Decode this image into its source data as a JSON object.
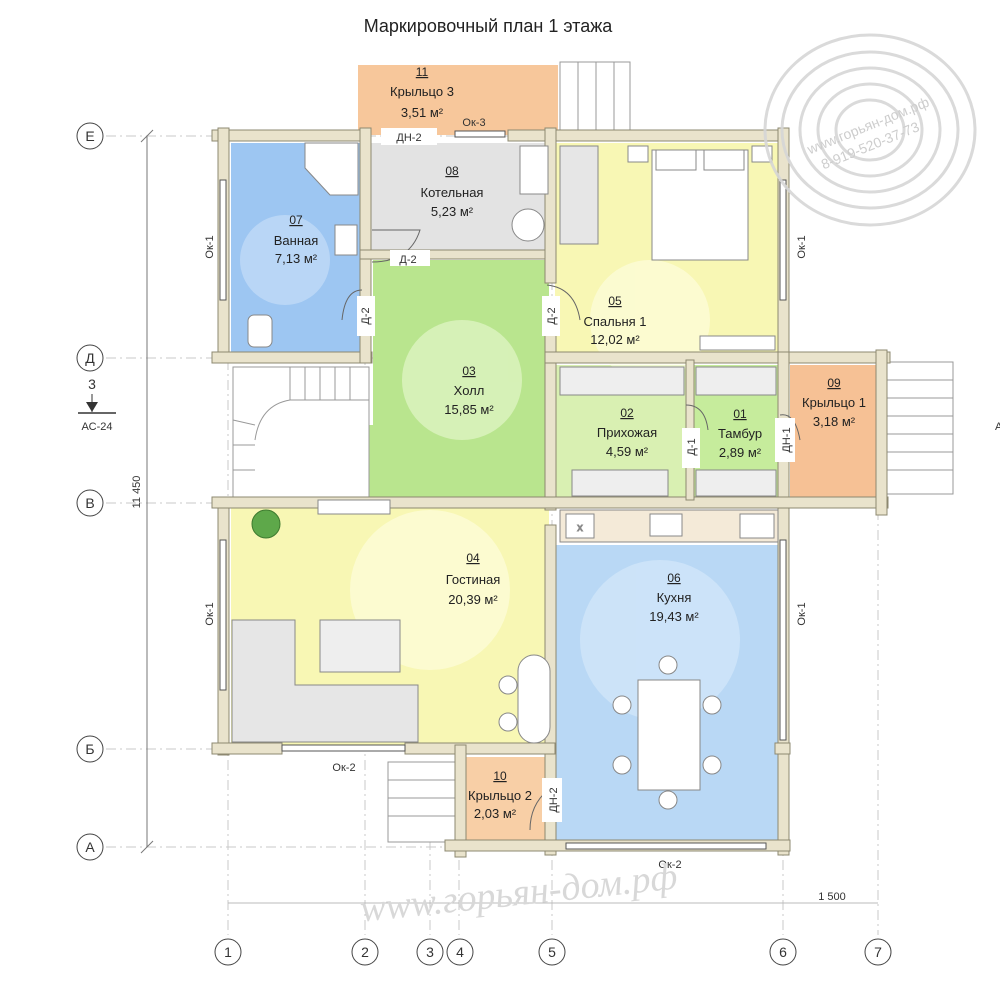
{
  "title": "Маркировочный план 1 этажа",
  "watermark": {
    "site": "www.горьян-дом.рф",
    "stamp_url": "www.горьян-дом.рф",
    "stamp_phone": "8-919-520-37-73"
  },
  "axes": {
    "rows": [
      "Е",
      "Д",
      "В",
      "Б",
      "А"
    ],
    "cols": [
      "1",
      "2",
      "3",
      "4",
      "5",
      "6",
      "7"
    ]
  },
  "overall_dimension": "11 450",
  "dimension_right": "1 500",
  "section_mark": {
    "number": "3",
    "sheet": "АС-24",
    "sheet_right": "А"
  },
  "rooms": [
    {
      "id": "r11",
      "number": "11",
      "name": "Крыльцо 3",
      "area": "3,51 м²",
      "color": "#f7c79b"
    },
    {
      "id": "r08",
      "number": "08",
      "name": "Котельная",
      "area": "5,23 м²",
      "color": "#e3e3e3"
    },
    {
      "id": "r07",
      "number": "07",
      "name": "Ванная",
      "area": "7,13 м²",
      "color": "#9dc6f2"
    },
    {
      "id": "r05",
      "number": "05",
      "name": "Спальня 1",
      "area": "12,02 м²",
      "color": "#f8f7b4"
    },
    {
      "id": "r03",
      "number": "03",
      "name": "Холл",
      "area": "15,85 м²",
      "color": "#b9e58e"
    },
    {
      "id": "r02",
      "number": "02",
      "name": "Прихожая",
      "area": "4,59 м²",
      "color": "#d9f0b2"
    },
    {
      "id": "r01",
      "number": "01",
      "name": "Тамбур",
      "area": "2,89 м²",
      "color": "#c6ec9c"
    },
    {
      "id": "r09",
      "number": "09",
      "name": "Крыльцо 1",
      "area": "3,18 м²",
      "color": "#f6c195"
    },
    {
      "id": "r04",
      "number": "04",
      "name": "Гостиная",
      "area": "20,39 м²",
      "color": "#f8f7b4"
    },
    {
      "id": "r06",
      "number": "06",
      "name": "Кухня",
      "area": "19,43 м²",
      "color": "#b9d8f5"
    },
    {
      "id": "r10",
      "number": "10",
      "name": "Крыльцо 2",
      "area": "2,03 м²",
      "color": "#f8cfa6"
    }
  ],
  "marks": {
    "dn2_top": "ДН-2",
    "ok3": "Ок-3",
    "d2_boiler": "Д-2",
    "d2_bath": "Д-2",
    "d2_bed": "Д-2",
    "d1": "Д-1",
    "dn1": "ДН-1",
    "dn2_porch": "ДН-2",
    "ok1_bath": "Ок-1",
    "ok1_bed": "Ок-1",
    "ok1_living": "Ок-1",
    "ok1_kitchen": "Ок-1",
    "ok2_living": "Ок-2",
    "ok2_kitchen": "Ок-2",
    "stove_x": "x"
  }
}
